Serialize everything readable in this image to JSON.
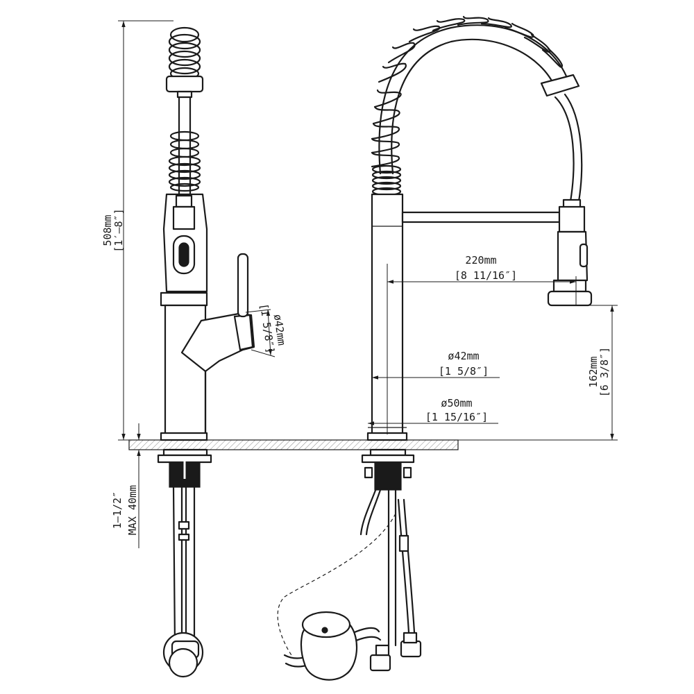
{
  "dimensions": {
    "height_total": {
      "metric": "508mm",
      "imperial": "[1′–8″]"
    },
    "handle_diameter": {
      "metric": "ø42mm",
      "imperial": "[1 5/8″]"
    },
    "spout_reach": {
      "metric": "220mm",
      "imperial": "[8 11/16″]"
    },
    "body_diameter": {
      "metric": "ø42mm",
      "imperial": "[1 5/8″]"
    },
    "base_diameter": {
      "metric": "ø50mm",
      "imperial": "[1 15/16″]"
    },
    "spout_height": {
      "metric": "162mm",
      "imperial": "[6 3/8″]"
    },
    "deck_thickness": {
      "metric": "MAX 40mm",
      "imperial": "1–1/2″"
    }
  },
  "colors": {
    "line": "#1a1a1a",
    "background": "#ffffff",
    "deck": "#bdbdbd"
  }
}
